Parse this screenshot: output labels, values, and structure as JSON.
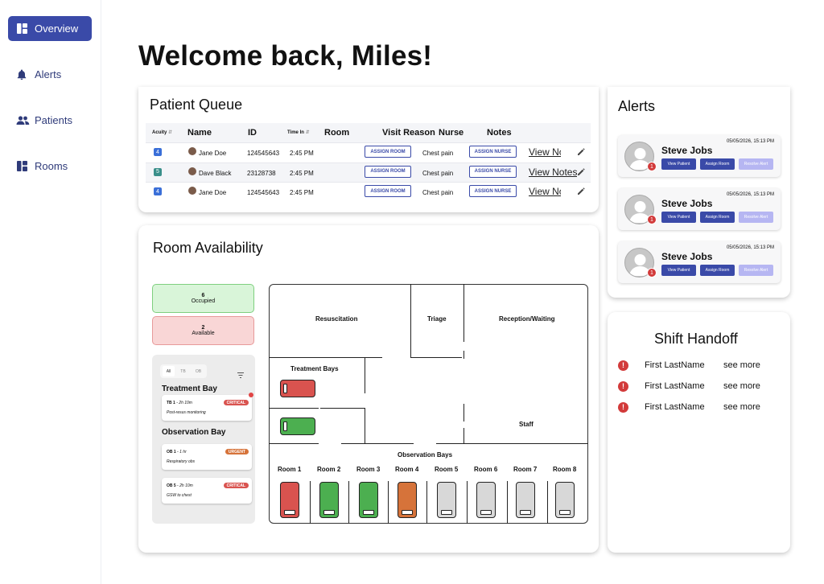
{
  "nav": {
    "items": [
      {
        "label": "Overview",
        "icon": "dashboard-icon",
        "active": true
      },
      {
        "label": "Alerts",
        "icon": "bell-icon"
      },
      {
        "label": "Patients",
        "icon": "people-icon"
      },
      {
        "label": "Rooms",
        "icon": "dashboard-icon"
      }
    ]
  },
  "greeting": "Welcome back, Miles!",
  "patient_queue": {
    "title": "Patient Queue",
    "columns": [
      "Acuity",
      "Name",
      "ID",
      "Time In",
      "Room",
      "Visit Reason",
      "Nurse",
      "Notes"
    ],
    "sort_icon": "⇵",
    "rows": [
      {
        "acuity": "4",
        "acuity_color": "#3a6fd8",
        "name": "Jane Doe",
        "id": "124545643",
        "time_in": "2:45 PM",
        "room_action": "ASSIGN ROOM",
        "visit_reason": "Chest pain",
        "nurse_action": "ASSIGN NURSE",
        "notes": "View Notes"
      },
      {
        "acuity": "5",
        "acuity_color": "#3a8f8a",
        "name": "Dave Black",
        "id": "23128738",
        "time_in": "2:45 PM",
        "room_action": "ASSIGN ROOM",
        "visit_reason": "Chest pain",
        "nurse_action": "ASSIGN NURSE",
        "notes": "View Notes"
      },
      {
        "acuity": "4",
        "acuity_color": "#3a6fd8",
        "name": "Jane Doe",
        "id": "124545643",
        "time_in": "2:45 PM",
        "room_action": "ASSIGN ROOM",
        "visit_reason": "Chest pain",
        "nurse_action": "ASSIGN NURSE",
        "notes": "View Notes"
      }
    ]
  },
  "room_availability": {
    "title": "Room Availability",
    "occupied": {
      "count": "6",
      "label": "Occupied"
    },
    "available": {
      "count": "2",
      "label": "Available"
    },
    "filters": [
      "All",
      "TB",
      "OB"
    ],
    "treatment_bay": {
      "title": "Treatment Bay",
      "cards": [
        {
          "id": "TB 1",
          "time": " - 2h 10m",
          "tag": "CRITICAL",
          "desc": "Post-resus monitoring"
        }
      ]
    },
    "observation_bay": {
      "title": "Observation Bay",
      "cards": [
        {
          "id": "OB 1",
          "time": " - 1 hr",
          "tag": "URGENT",
          "desc": "Respiratory obs"
        },
        {
          "id": "OB 5",
          "time": " - 2h 10m",
          "tag": "CRITICAL",
          "desc": "GSW to chest"
        }
      ]
    },
    "floor": {
      "zones": {
        "resuscitation": "Resuscitation",
        "triage": "Triage",
        "reception": "Reception/Waiting",
        "treatment_bays": "Treatment Bays",
        "staff": "Staff",
        "observation_bays": "Observation Bays"
      },
      "rooms": [
        {
          "label": "Room 1",
          "status": "critical"
        },
        {
          "label": "Room 2",
          "status": "ok"
        },
        {
          "label": "Room 3",
          "status": "ok"
        },
        {
          "label": "Room 4",
          "status": "urgent"
        },
        {
          "label": "Room 5",
          "status": "empty"
        },
        {
          "label": "Room 6",
          "status": "empty"
        },
        {
          "label": "Room 7",
          "status": "empty"
        },
        {
          "label": "Room 8",
          "status": "empty"
        }
      ],
      "treatment_beds": [
        {
          "status": "critical"
        },
        {
          "status": "ok"
        }
      ]
    }
  },
  "alerts": {
    "title": "Alerts",
    "items": [
      {
        "name": "Steve Jobs",
        "timestamp": "05/05/2026, 15:13 PM",
        "badge": "1",
        "view": "View Patient",
        "assign": "Assign Room",
        "resolve": "Resolve Alert"
      },
      {
        "name": "Steve Jobs",
        "timestamp": "05/05/2026, 15:13 PM",
        "badge": "1",
        "view": "View Patient",
        "assign": "Assign Room",
        "resolve": "Resolve Alert"
      },
      {
        "name": "Steve Jobs",
        "timestamp": "05/05/2026, 15:13 PM",
        "badge": "1",
        "view": "View Patient",
        "assign": "Assign Room",
        "resolve": "Resolve Alert"
      }
    ]
  },
  "shift_handoff": {
    "title": "Shift Handoff",
    "items": [
      {
        "name": "First LastName",
        "link": "see more"
      },
      {
        "name": "First LastName",
        "link": "see more"
      },
      {
        "name": "First LastName",
        "link": "see more"
      }
    ]
  },
  "colors": {
    "accent": "#3a4aa8",
    "critical": "#d9534f",
    "ok": "#4caf50",
    "urgent": "#d6733a",
    "empty": "#d8d8d8",
    "occupied_bg": "#d9f5d9",
    "available_bg": "#f9d6d6",
    "resolve_disabled": "#b6b6f2"
  }
}
